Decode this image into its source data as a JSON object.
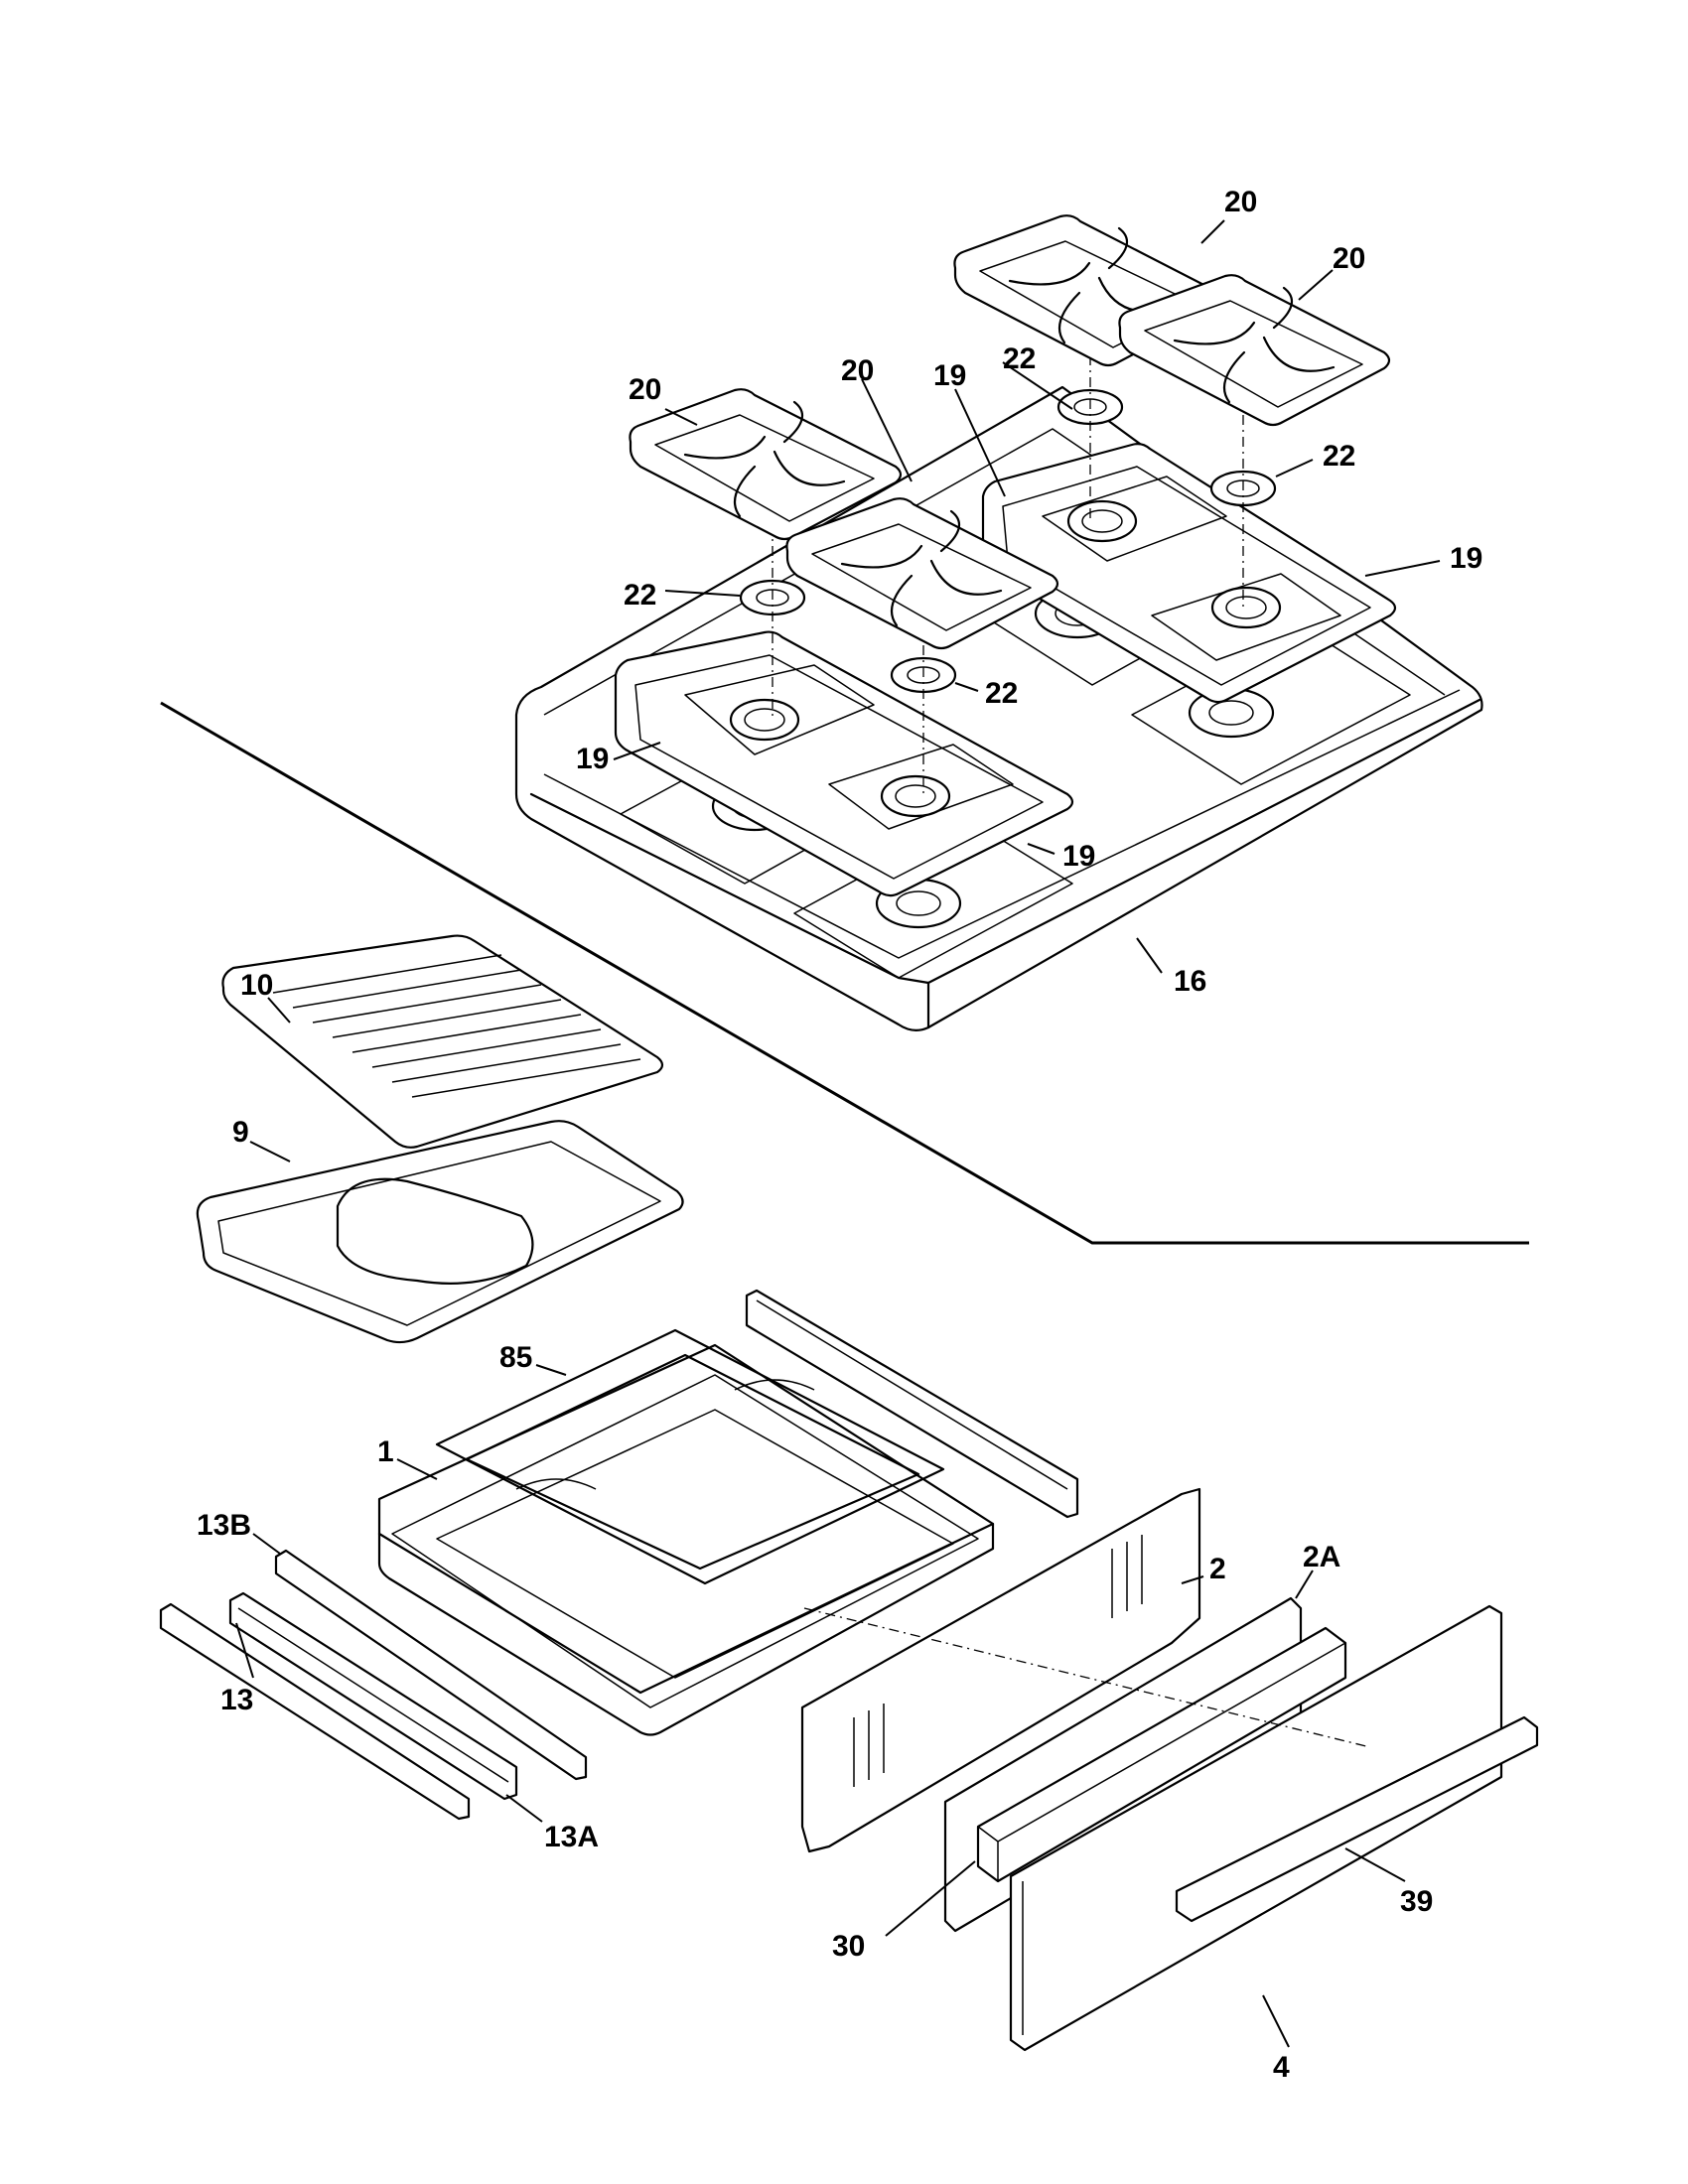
{
  "labels": {
    "l20a": "20",
    "l20b": "20",
    "l20c": "20",
    "l20d": "20",
    "l19a": "19",
    "l19b": "19",
    "l19c": "19",
    "l19d": "19",
    "l22a": "22",
    "l22b": "22",
    "l22c": "22",
    "l22d": "22",
    "l16": "16",
    "l10": "10",
    "l9": "9",
    "l85": "85",
    "l1": "1",
    "l13B": "13B",
    "l13": "13",
    "l13A": "13A",
    "l2": "2",
    "l2A": "2A",
    "l30": "30",
    "l39": "39",
    "l4": "4"
  }
}
